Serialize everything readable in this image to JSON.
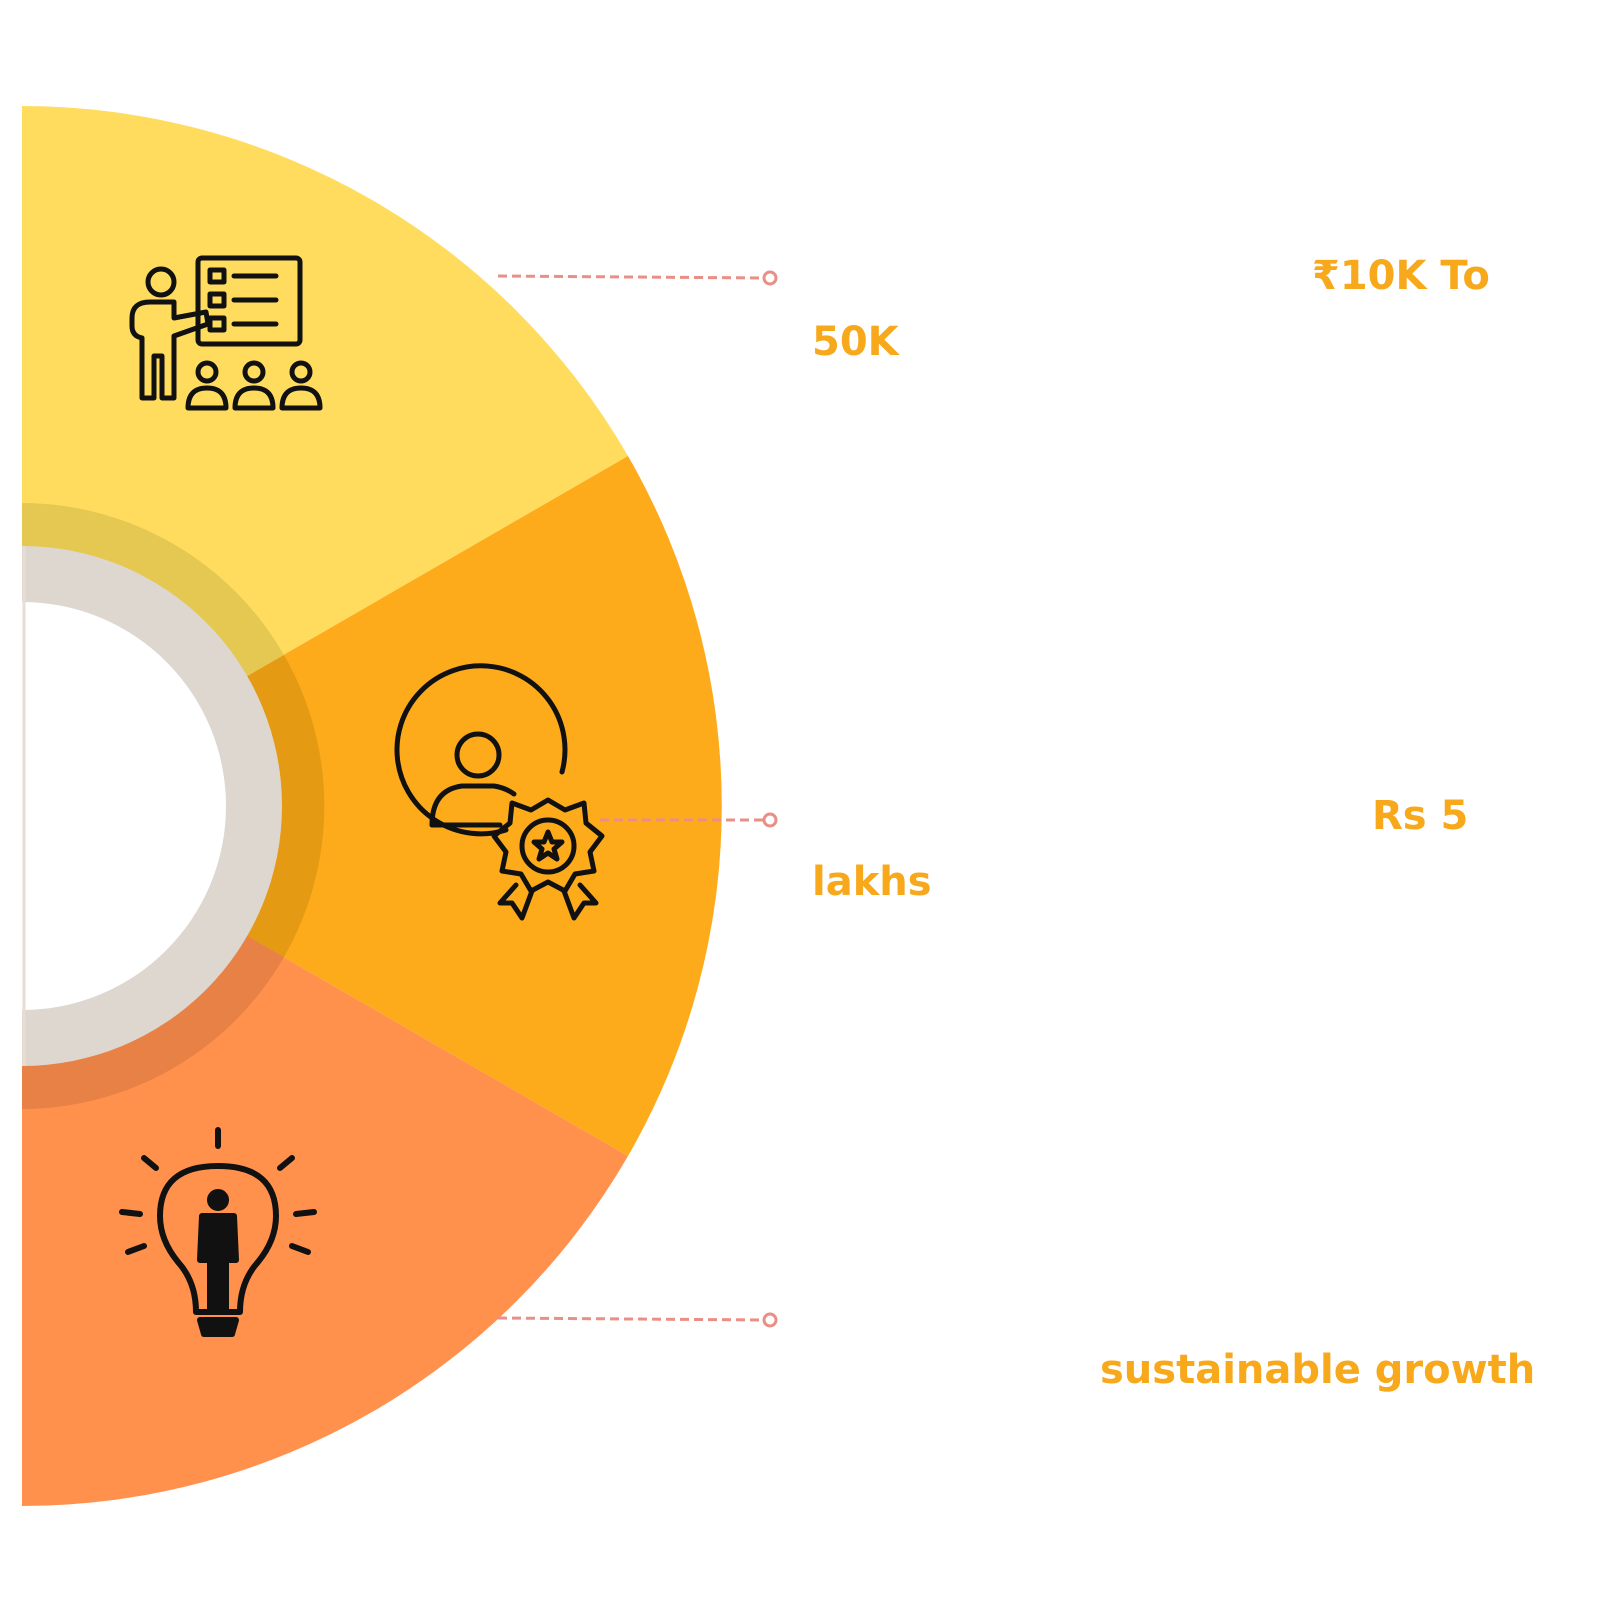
{
  "colors": {
    "segment_1": "#FFDC5E",
    "segment_2": "#FDAB1B",
    "segment_3": "#FF914D",
    "inner_ring_1": "#E5C852",
    "inner_ring_2": "#E59A14",
    "inner_ring_3": "#E88146",
    "core_ring": "#DED7D0",
    "connector": "#E98F86",
    "label_text": "#F7A81B",
    "icon_stroke": "#111111"
  },
  "segments": [
    {
      "icon": "presentation-training-icon",
      "label_line_1": "₹10K To",
      "label_line_2": "50K"
    },
    {
      "icon": "user-award-badge-icon",
      "label_line_1": "Rs 5",
      "label_line_2": "lakhs"
    },
    {
      "icon": "lightbulb-businessman-icon",
      "label_line_1": "sustainable growth"
    }
  ]
}
